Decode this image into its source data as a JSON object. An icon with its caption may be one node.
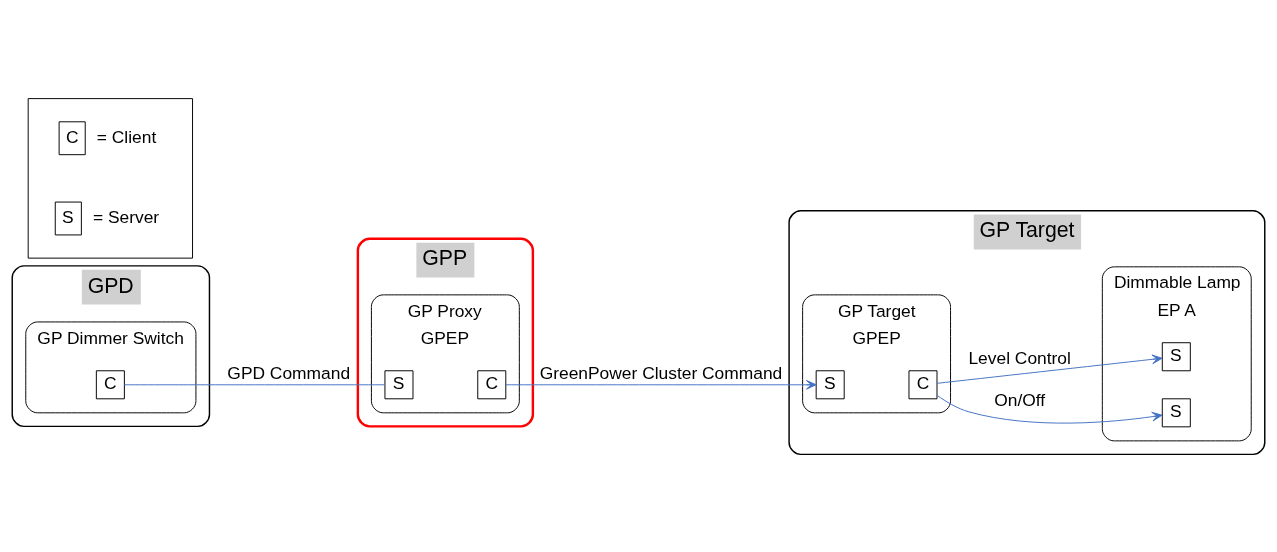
{
  "diagram": {
    "nodes": [
      {
        "text": [
          "GPD"
        ]
      },
      {
        "text": [
          "GP Dimmer Switch"
        ],
        "in": 0
      },
      {
        "text": [
          "C"
        ],
        "in": 1
      },
      {
        "text": [
          "GPP"
        ]
      },
      {
        "text": [
          "GP Proxy",
          "GPEP"
        ],
        "in": 3
      },
      {
        "text": [
          "S"
        ],
        "in": 4
      },
      {
        "text": [
          "C"
        ],
        "in": 4
      },
      {
        "text": [
          "GP Target"
        ]
      },
      {
        "text": [
          "Dimmable Lamp",
          "EP A"
        ],
        "in": 7
      },
      {
        "text": [
          "S"
        ],
        "in": 8
      },
      {
        "text": [
          "S"
        ],
        "in": 8
      },
      {
        "text": [
          "GP Target",
          "GPEP"
        ],
        "in": 7
      },
      {
        "text": [
          "S"
        ],
        "in": 11
      },
      {
        "text": [
          "C"
        ],
        "in": 11
      },
      {
        "text": [],
        "shape": "box"
      },
      {
        "text": [
          "C"
        ],
        "beside": [
          "= Client"
        ],
        "in": 14
      },
      {
        "text": [
          "S"
        ],
        "beside": [
          "= Server"
        ],
        "in": 14
      }
    ],
    "edges": [
      {
        "from": 2,
        "to": 5,
        "label": "GPD Command",
        "arrow": "none"
      },
      {
        "from": 6,
        "to": 12,
        "label": "GreenPower Cluster Command",
        "arrow": "to"
      },
      {
        "from": 13,
        "to": 9,
        "label": "On/Off",
        "arrow": "to"
      },
      {
        "from": 13,
        "to": 10,
        "label": "Level Control",
        "arrow": "to"
      }
    ]
  }
}
